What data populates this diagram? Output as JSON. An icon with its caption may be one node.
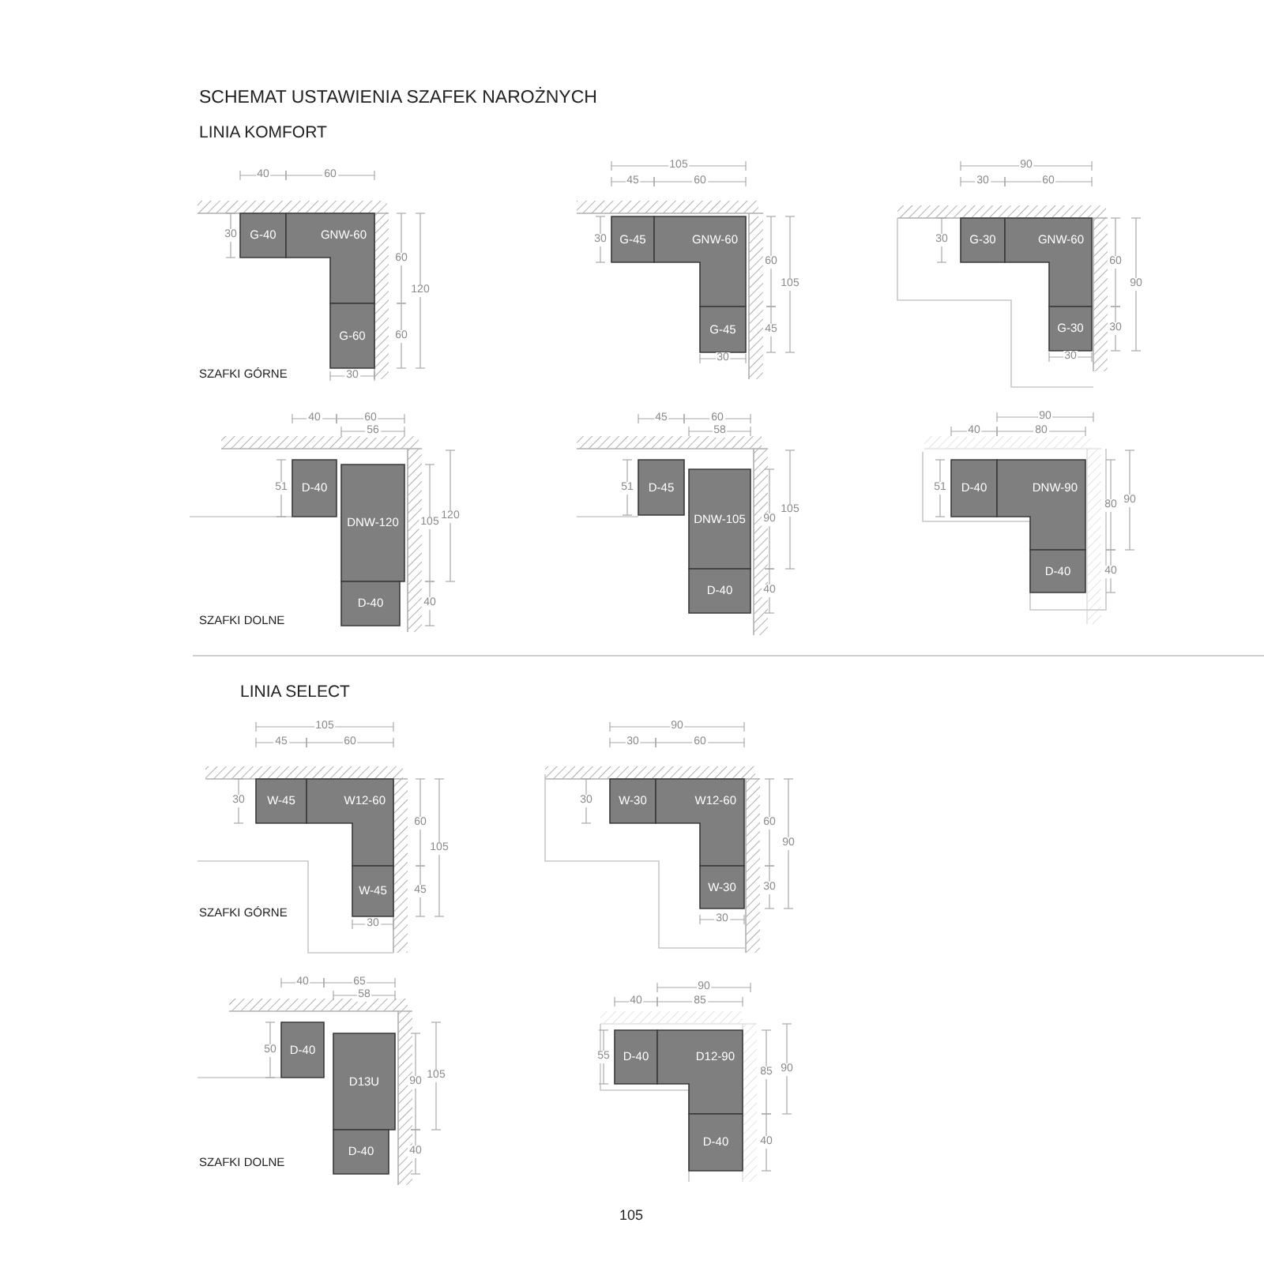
{
  "diagram": {
    "title": "SCHEMAT USTAWIENIA SZAFEK NAROŻNYCH",
    "nodes": [
      {
        "text": [
          "G-40"
        ]
      },
      {
        "text": [
          "GNW-60"
        ]
      },
      {
        "text": [
          "G-60"
        ]
      },
      {
        "text": [
          "G-45"
        ]
      },
      {
        "text": [
          "GNW-60"
        ]
      },
      {
        "text": [
          "G-45"
        ]
      },
      {
        "text": [
          "G-30"
        ]
      },
      {
        "text": [
          "GNW-60"
        ]
      },
      {
        "text": [
          "G-30"
        ]
      },
      {
        "text": [
          "D-40"
        ]
      },
      {
        "text": [
          "DNW-120"
        ]
      },
      {
        "text": [
          "D-40"
        ]
      },
      {
        "text": [
          "D-45"
        ]
      },
      {
        "text": [
          "DNW-105"
        ]
      },
      {
        "text": [
          "D-40"
        ]
      },
      {
        "text": [
          "D-40"
        ]
      },
      {
        "text": [
          "DNW-90"
        ]
      },
      {
        "text": [
          "D-40"
        ]
      },
      {
        "text": [
          "W-45"
        ]
      },
      {
        "text": [
          "W12-60"
        ]
      },
      {
        "text": [
          "W-45"
        ]
      },
      {
        "text": [
          "W-30"
        ]
      },
      {
        "text": [
          "W12-60"
        ]
      },
      {
        "text": [
          "W-30"
        ]
      },
      {
        "text": [
          "D-40"
        ]
      },
      {
        "text": [
          "D13U"
        ]
      },
      {
        "text": [
          "D-40"
        ]
      },
      {
        "text": [
          "D-40"
        ]
      },
      {
        "text": [
          "D12-90"
        ]
      },
      {
        "text": [
          "D-40"
        ]
      }
    ],
    "labels": [
      "LINIA KOMFORT",
      "40",
      "60",
      "30",
      "60",
      "60",
      "120",
      "SZAFKI GÓRNE",
      "30",
      "105",
      "45",
      "60",
      "30",
      "60",
      "45",
      "105",
      "30",
      "90",
      "30",
      "60",
      "30",
      "60",
      "30",
      "90",
      "30",
      "40",
      "60",
      "56",
      "51",
      "105",
      "120",
      "40",
      "SZAFKI DOLNE",
      "45",
      "60",
      "58",
      "51",
      "90",
      "105",
      "40",
      "90",
      "40",
      "80",
      "51",
      "80",
      "90",
      "40",
      "LINIA SELECT",
      "105",
      "45",
      "60",
      "30",
      "60",
      "45",
      "105",
      "30",
      "SZAFKI GÓRNE",
      "90",
      "30",
      "60",
      "30",
      "60",
      "30",
      "90",
      "30",
      "40",
      "65",
      "58",
      "50",
      "90",
      "105",
      "40",
      "SZAFKI DOLNE",
      "90",
      "40",
      "85",
      "55",
      "85",
      "90",
      "40",
      "105"
    ]
  }
}
